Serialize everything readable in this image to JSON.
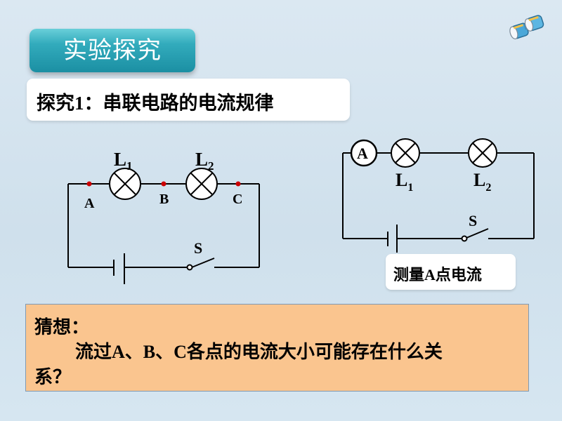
{
  "header": {
    "title": "实验探究",
    "subtitle": "探究1：串联电路的电流规律"
  },
  "circuit_left": {
    "lamp1_label": "L",
    "lamp1_sub": "1",
    "lamp2_label": "L",
    "lamp2_sub": "2",
    "point_a": "A",
    "point_b": "B",
    "point_c": "C",
    "switch_label": "S"
  },
  "circuit_right": {
    "ammeter_label": "A",
    "lamp1_label": "L",
    "lamp1_sub": "1",
    "lamp2_label": "L",
    "lamp2_sub": "2",
    "switch_label": "S",
    "caption": "测量A点电流"
  },
  "hypothesis": {
    "title": "猜想：",
    "line1": "流过A、B、C各点的电流大小可能存在什么关",
    "line2": "系？"
  },
  "colors": {
    "banner": "#32abbc",
    "guess_bg": "#fac58f",
    "node_dot": "#cc0000"
  },
  "icons": {
    "top_right": "binoculars-icon"
  }
}
